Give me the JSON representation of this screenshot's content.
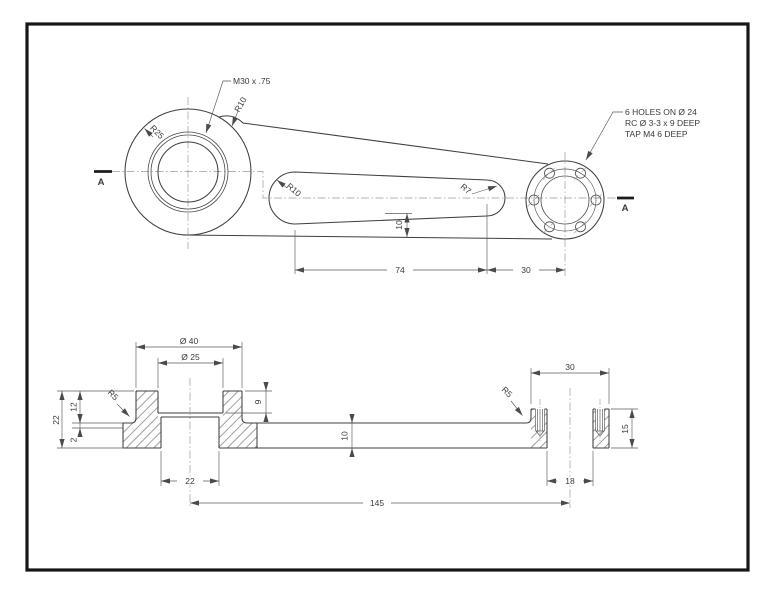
{
  "plan_view": {
    "thread_callout": "M30 x .75",
    "holes_note": [
      "6 HOLES ON Ø 24",
      "RC Ø 3-3 x 9 DEEP",
      "TAP M4 6 DEEP"
    ],
    "boss_radius": "R25",
    "arm_fillet_radius": "R10",
    "slot_left_radius": "R10",
    "slot_right_radius": "R7",
    "slot_depth_dim": "10",
    "slot_centers_dim": "74",
    "flange_offset_dim": "30",
    "section_marker_left": "A",
    "section_marker_right": "A"
  },
  "section_view": {
    "boss_od_dim": "Ø 40",
    "counterbore_dim": "Ø 25",
    "total_height_dim": "22",
    "boss_height_dim": "12",
    "step_dim": "2",
    "left_fillet_radius": "R5",
    "counterbore_depth_dim": "9",
    "bore_width_dim": "22",
    "web_thickness_dim": "10",
    "overall_length_dim": "145",
    "right_bore_dim": "18",
    "right_boss_width_dim": "30",
    "right_boss_height_dim": "15",
    "right_fillet_radius": "R5"
  }
}
